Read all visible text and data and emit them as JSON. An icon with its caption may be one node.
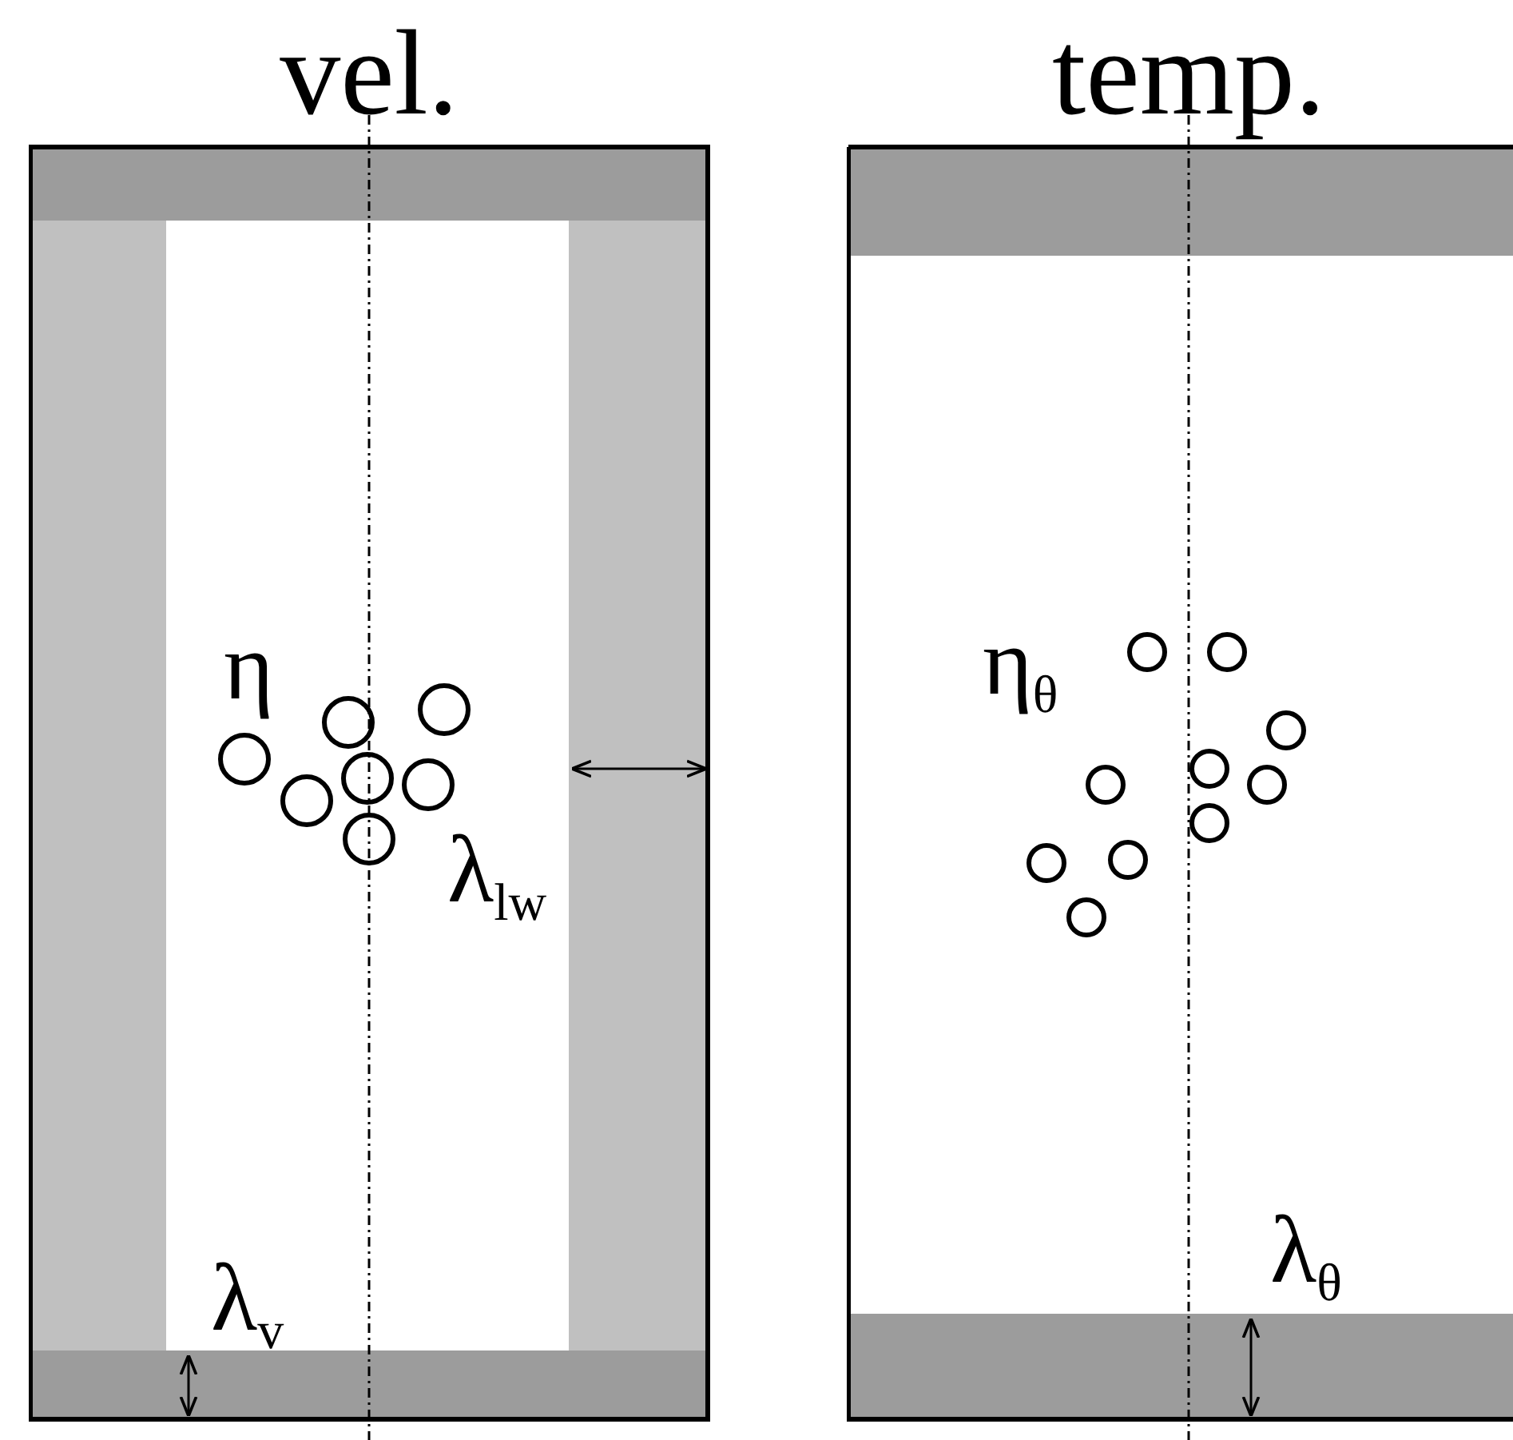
{
  "diagram": {
    "nodes": [
      {
        "text": [
          "vel."
        ]
      },
      {
        "text": [
          "temp."
        ]
      }
    ],
    "labels": [
      "η",
      "λ$_{lw}$",
      "λ$_{v}$",
      "η$_{θ}$",
      "λ$_{θ}$"
    ]
  }
}
